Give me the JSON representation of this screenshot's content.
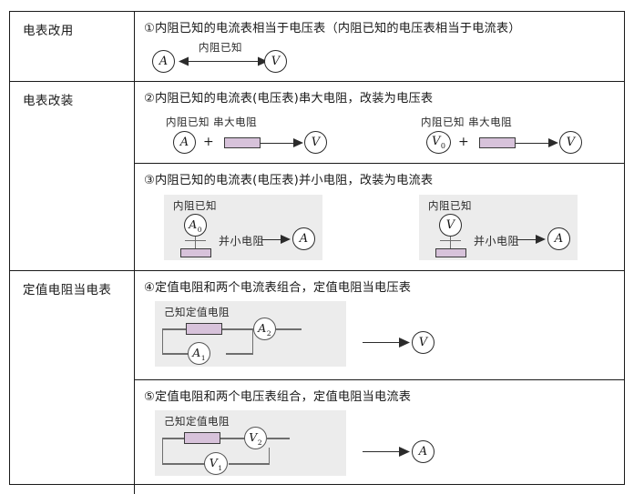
{
  "table": {
    "rows": [
      {
        "category": "电表改用",
        "items": [
          {
            "header": "①内阻已知的电流表相当于电压表（内阻已知的电压表相当于电流表）",
            "diagram": {
              "kind": "double-arrow",
              "left_meter": "A",
              "right_meter": "V",
              "arrow_label": "内阻已知"
            }
          }
        ]
      },
      {
        "category": "电表改装",
        "items": [
          {
            "header": "②内阻已知的电流表(电压表)串大电阻，改装为电压表",
            "diagram": {
              "kind": "series-pair",
              "panels": [
                {
                  "label": "内阻已知  串大电阻",
                  "from_meter": "A",
                  "from_sub": "",
                  "op": "+",
                  "element": "resistor",
                  "to_meter": "V"
                },
                {
                  "label": "内阻已知  串大电阻",
                  "from_meter": "V",
                  "from_sub": "0",
                  "op": "+",
                  "element": "resistor",
                  "to_meter": "V"
                }
              ]
            }
          },
          {
            "header": "③内阻已知的电流表(电压表)并小电阻，改装为电流表",
            "diagram": {
              "kind": "parallel-pair",
              "panels": [
                {
                  "label": "内阻已知",
                  "meter": "A",
                  "meter_sub": "0",
                  "note": "并小电阻",
                  "to_meter": "A"
                },
                {
                  "label": "内阻已知",
                  "meter": "V",
                  "meter_sub": "",
                  "note": "并小电阻",
                  "to_meter": "A"
                }
              ]
            }
          }
        ]
      },
      {
        "category": "定值电阻当电表",
        "items": [
          {
            "header": "④定值电阻和两个电流表组合，定值电阻当电压表",
            "diagram": {
              "kind": "circuit-4",
              "label": "己知定值电阻",
              "parallel_meter": "A",
              "parallel_meter_sub": "1",
              "series_meter": "A",
              "series_meter_sub": "2",
              "result_meter": "V"
            }
          },
          {
            "header": "⑤定值电阻和两个电压表组合，定值电阻当电流表",
            "diagram": {
              "kind": "circuit-5",
              "label": "己知定值电阻",
              "top_meter": "V",
              "top_meter_sub": "2",
              "bottom_meter": "V",
              "bottom_meter_sub": "1",
              "result_meter": "A"
            }
          }
        ]
      }
    ]
  }
}
